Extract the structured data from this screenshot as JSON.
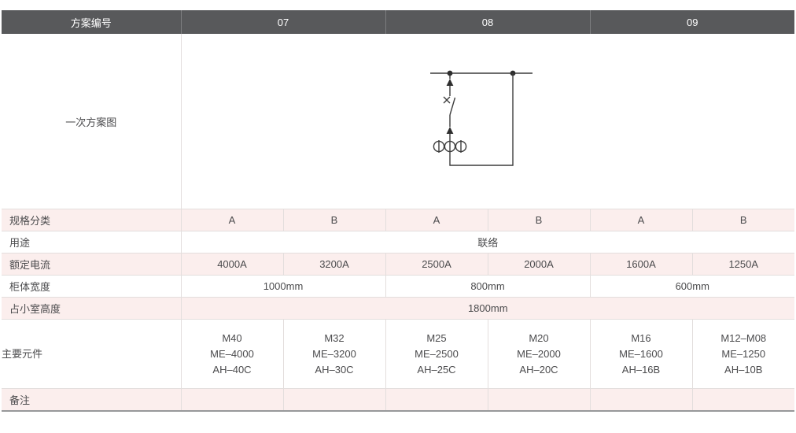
{
  "colors": {
    "header_bg": "#58595b",
    "header_text": "#ffffff",
    "stripe_pink": "#fbeeed",
    "grid_line": "#e3dedd",
    "bottom_rule": "#97989a",
    "body_text": "#4b4b4d",
    "diagram_stroke": "#3c3c3c"
  },
  "header": {
    "label": "方案编号",
    "schemes": [
      "07",
      "08",
      "09"
    ]
  },
  "diagram_row": {
    "label": "一次方案图",
    "diagram_name": "bus-tie-single-line-diagram"
  },
  "rows": {
    "spec": {
      "label": "规格分类",
      "cells": [
        "A",
        "B",
        "A",
        "B",
        "A",
        "B"
      ]
    },
    "usage": {
      "label": "用途",
      "value": "联络"
    },
    "rated_current": {
      "label": "额定电流",
      "cells": [
        "4000A",
        "3200A",
        "2500A",
        "2000A",
        "1600A",
        "1250A"
      ]
    },
    "cabinet_width": {
      "label": "柜体宽度",
      "cells": [
        "1000mm",
        "800mm",
        "600mm"
      ]
    },
    "room_height": {
      "label": "占小室高度",
      "value": "1800mm"
    },
    "main_components": {
      "label": "主要元件",
      "cells": [
        [
          "M40",
          "ME–4000",
          "AH–40C"
        ],
        [
          "M32",
          "ME–3200",
          "AH–30C"
        ],
        [
          "M25",
          "ME–2500",
          "AH–25C"
        ],
        [
          "M20",
          "ME–2000",
          "AH–20C"
        ],
        [
          "M16",
          "ME–1600",
          "AH–16B"
        ],
        [
          "M12–M08",
          "ME–1250",
          "AH–10B"
        ]
      ]
    },
    "remarks": {
      "label": "备注",
      "cells": [
        "",
        "",
        "",
        "",
        "",
        ""
      ]
    }
  }
}
